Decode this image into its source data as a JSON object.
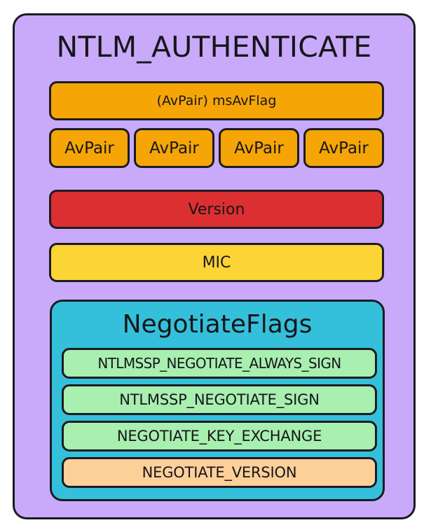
{
  "diagram": {
    "type": "nested-block-diagram",
    "title": "NTLM_AUTHENTICATE",
    "container_color": "#c9aafa",
    "border_color": "#1c1c22",
    "fields": [
      {
        "label": "(AvPair) msAvFlag",
        "color": "#f5a506",
        "kind": "full-width"
      },
      {
        "label": "AvPair",
        "color": "#f5a506",
        "kind": "quarter-width"
      },
      {
        "label": "AvPair",
        "color": "#f5a506",
        "kind": "quarter-width"
      },
      {
        "label": "AvPair",
        "color": "#f5a506",
        "kind": "quarter-width"
      },
      {
        "label": "AvPair",
        "color": "#f5a506",
        "kind": "quarter-width"
      },
      {
        "label": "Version",
        "color": "#dc2f31",
        "kind": "full-width"
      },
      {
        "label": "MIC",
        "color": "#fdd436",
        "kind": "full-width"
      }
    ],
    "msavflag": {
      "label": "(AvPair) msAvFlag",
      "color": "#f5a506"
    },
    "avpairs": [
      {
        "label": "AvPair",
        "color": "#f5a506"
      },
      {
        "label": "AvPair",
        "color": "#f5a506"
      },
      {
        "label": "AvPair",
        "color": "#f5a506"
      },
      {
        "label": "AvPair",
        "color": "#f5a506"
      }
    ],
    "version": {
      "label": "Version",
      "color": "#dc2f31"
    },
    "mic": {
      "label": "MIC",
      "color": "#fdd436"
    },
    "negotiate_flags": {
      "title": "NegotiateFlags",
      "color": "#34c0da",
      "flags": [
        {
          "label": "NTLMSSP_NEGOTIATE_ALWAYS_SIGN",
          "color": "#a8efb0"
        },
        {
          "label": "NTLMSSP_NEGOTIATE_SIGN",
          "color": "#a8efb0"
        },
        {
          "label": "NEGOTIATE_KEY_EXCHANGE",
          "color": "#a8efb0"
        },
        {
          "label": "NEGOTIATE_VERSION",
          "color": "#fdd09a"
        }
      ]
    }
  }
}
